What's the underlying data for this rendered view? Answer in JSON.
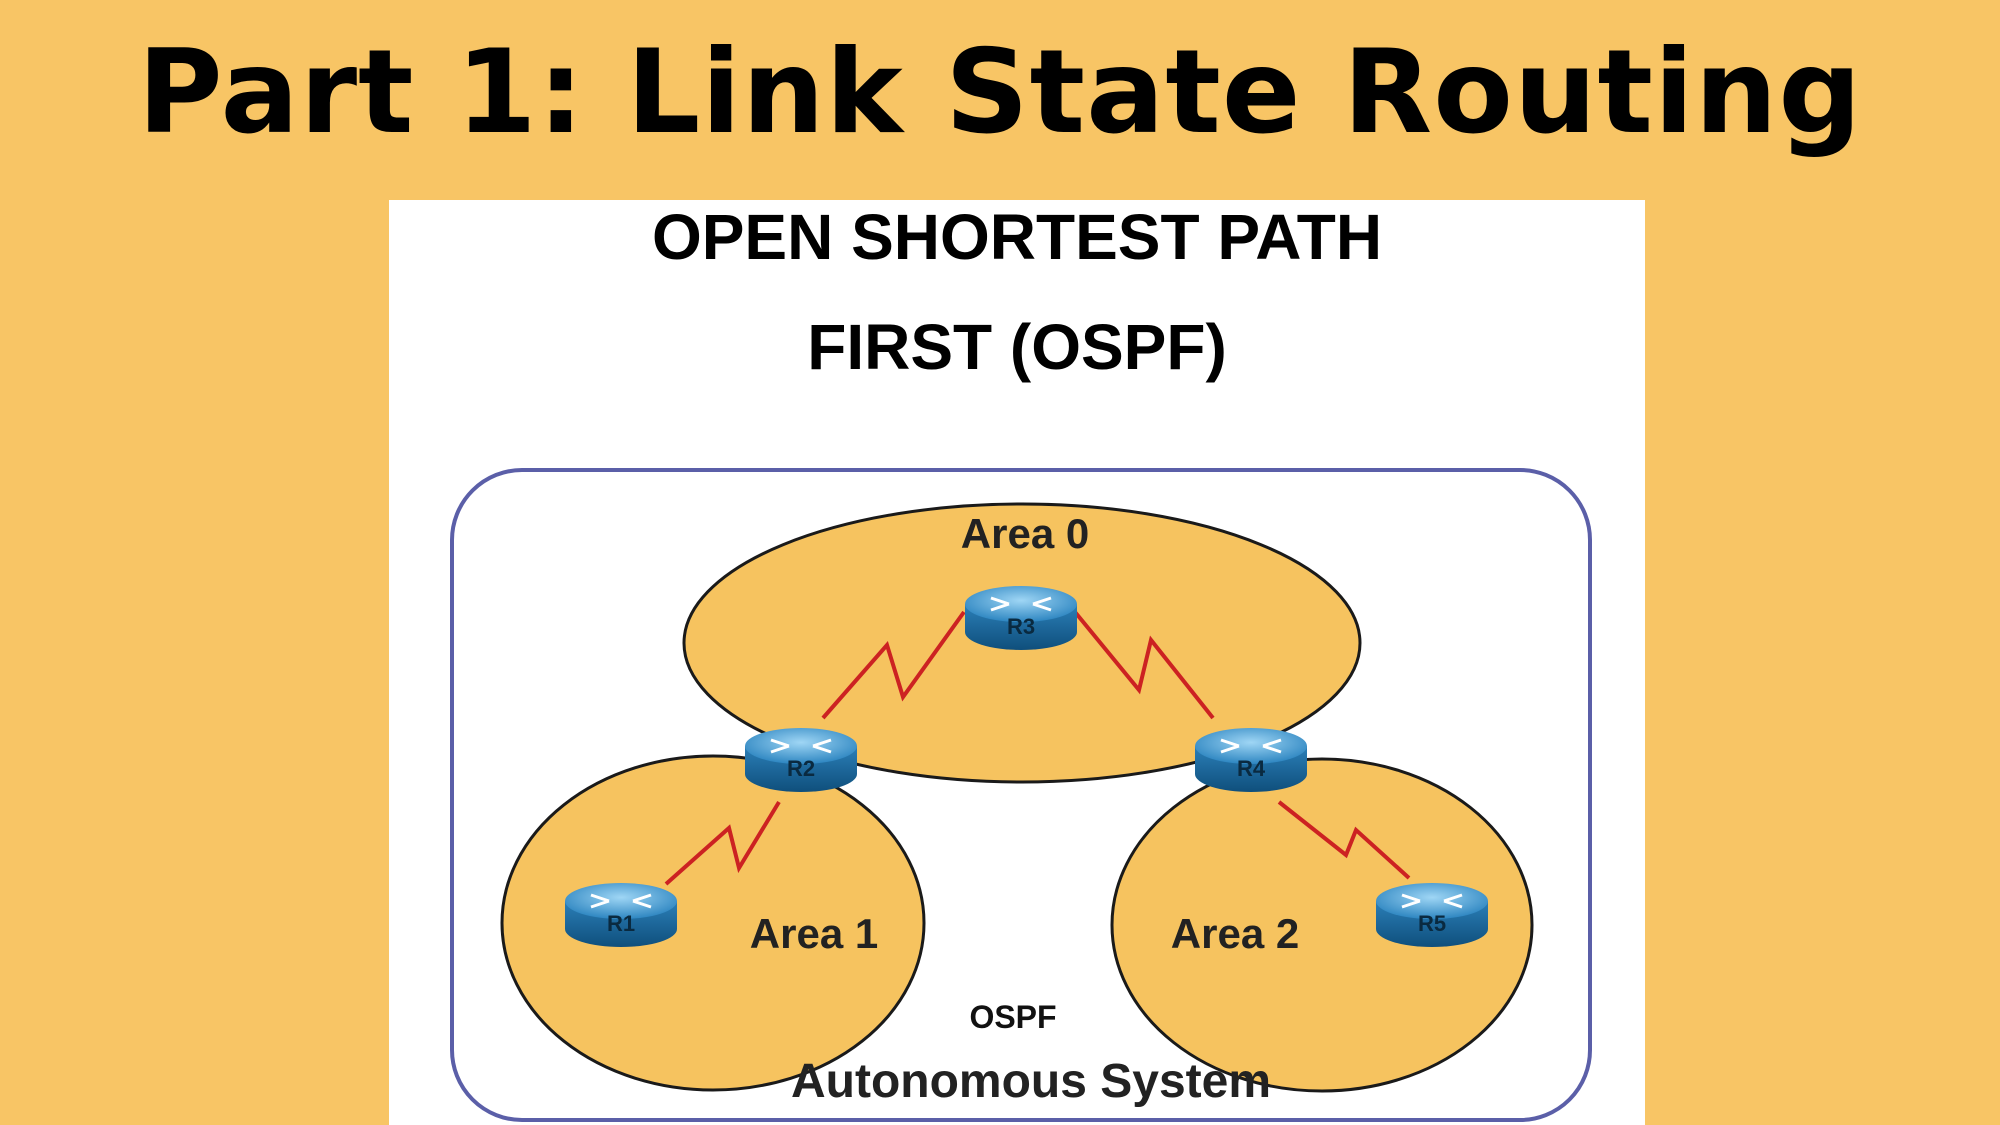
{
  "title": "Part 1: Link State Routing",
  "panel": {
    "heading_line1": "OPEN SHORTEST PATH",
    "heading_line2": "FIRST (OSPF)"
  },
  "diagram": {
    "container_label": "Autonomous System",
    "caption": "OSPF",
    "areas": [
      {
        "id": "area0",
        "label": "Area 0"
      },
      {
        "id": "area1",
        "label": "Area 1"
      },
      {
        "id": "area2",
        "label": "Area 2"
      }
    ],
    "routers": [
      {
        "id": "R1",
        "label": "R1"
      },
      {
        "id": "R2",
        "label": "R2"
      },
      {
        "id": "R3",
        "label": "R3"
      },
      {
        "id": "R4",
        "label": "R4"
      },
      {
        "id": "R5",
        "label": "R5"
      }
    ],
    "links": [
      {
        "from": "R2",
        "to": "R3"
      },
      {
        "from": "R3",
        "to": "R4"
      },
      {
        "from": "R1",
        "to": "R2"
      },
      {
        "from": "R4",
        "to": "R5"
      }
    ]
  },
  "colors": {
    "background": "#F8C565",
    "panel": "#FFFFFF",
    "area_fill": "#F6C35F",
    "container_stroke": "#5B5FA8",
    "link": "#CC2222",
    "router_body": "#2E86C1"
  }
}
